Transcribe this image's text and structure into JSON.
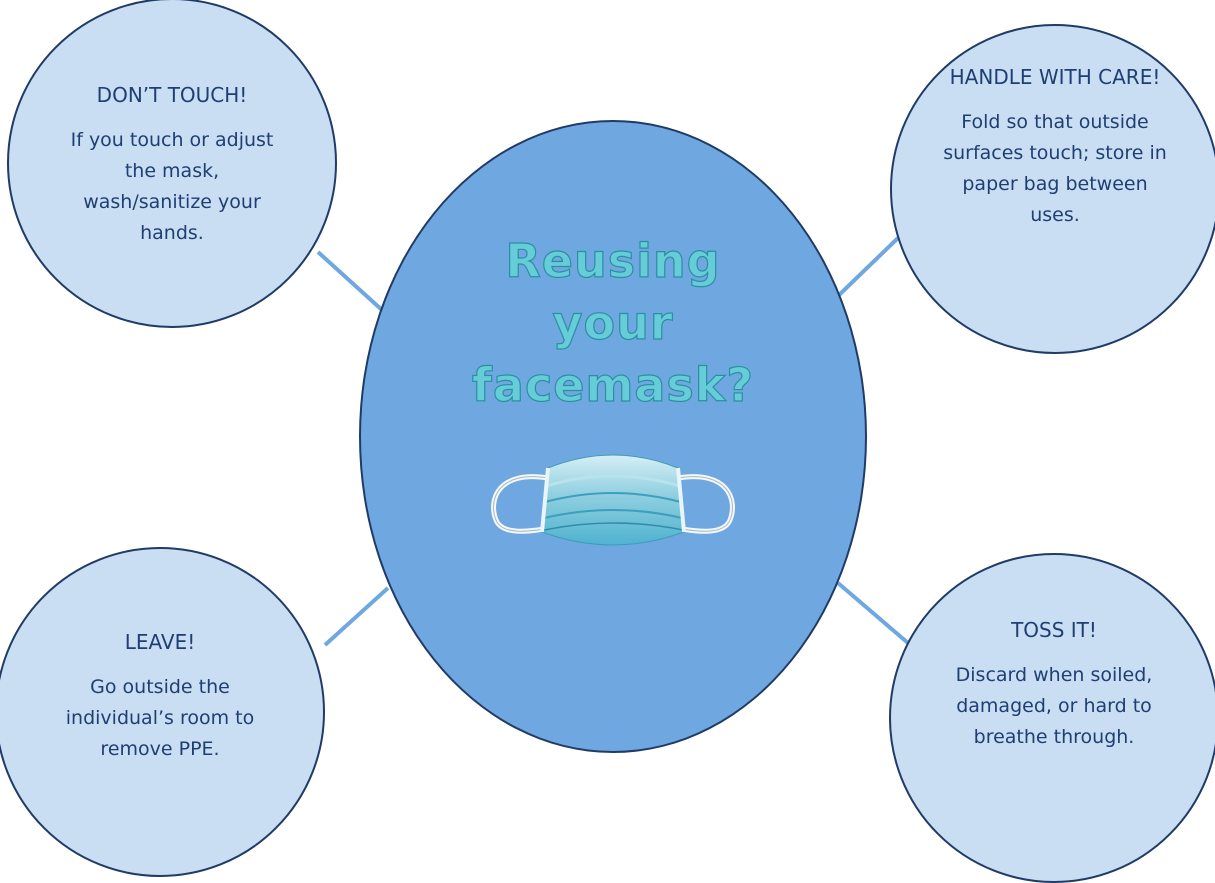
{
  "center": {
    "title_lines": [
      "Reusing",
      "your",
      "facemask?"
    ]
  },
  "colors": {
    "center_fill": "#6fa8e1",
    "satellite_fill": "#c9def3",
    "outline": "#1f3b66",
    "text": "#1f3f73",
    "title_fill": "#66ccd7",
    "connector": "#6fa8e1"
  },
  "icons": {
    "mask": "surgical-facemask"
  },
  "satellites": {
    "top_left": {
      "title": "DON’T TOUCH!",
      "body": "If you touch or adjust the mask, wash/sanitize your hands."
    },
    "top_right": {
      "title": "HANDLE WITH CARE!",
      "body": "Fold so that outside surfaces touch; store in paper bag between uses."
    },
    "bottom_left": {
      "title": "LEAVE!",
      "body": "Go outside the individual’s room to remove PPE."
    },
    "bottom_right": {
      "title": "TOSS IT!",
      "body": "Discard when soiled, damaged, or hard to breathe through."
    }
  }
}
